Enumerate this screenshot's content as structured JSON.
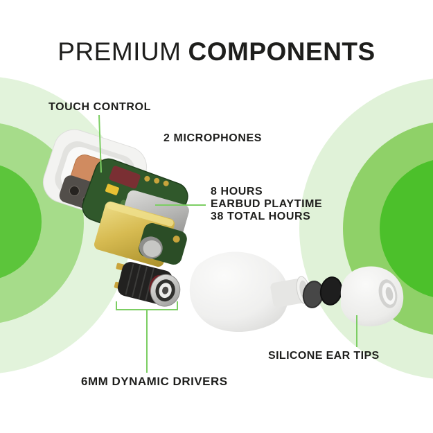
{
  "title": {
    "regular": "PREMIUM",
    "bold": "COMPONENTS"
  },
  "labels": {
    "touch_control": "TOUCH CONTROL",
    "microphones": "2 MICROPHONES",
    "playtime_line1": "8 HOURS",
    "playtime_line2": "EARBUD PLAYTIME",
    "playtime_line3": "38 TOTAL HOURS",
    "ear_tips": "SILICONE EAR TIPS",
    "drivers": "6MM DYNAMIC DRIVERS"
  },
  "colors": {
    "accent_line": "#7cce63",
    "text": "#1e1e1c",
    "left_light": "#e2f3db",
    "left_medium": "#a6dc8a",
    "left_bright": "#5cc53b",
    "right_light": "#e0f2d8",
    "right_medium": "#8fd168",
    "right_bright": "#4cc02b",
    "shell_white": "#f3f3f1",
    "sensor_copper": "#d08b60",
    "pcb_green": "#30582b",
    "battery_gold": "#c9a83c",
    "background": "#ffffff"
  }
}
